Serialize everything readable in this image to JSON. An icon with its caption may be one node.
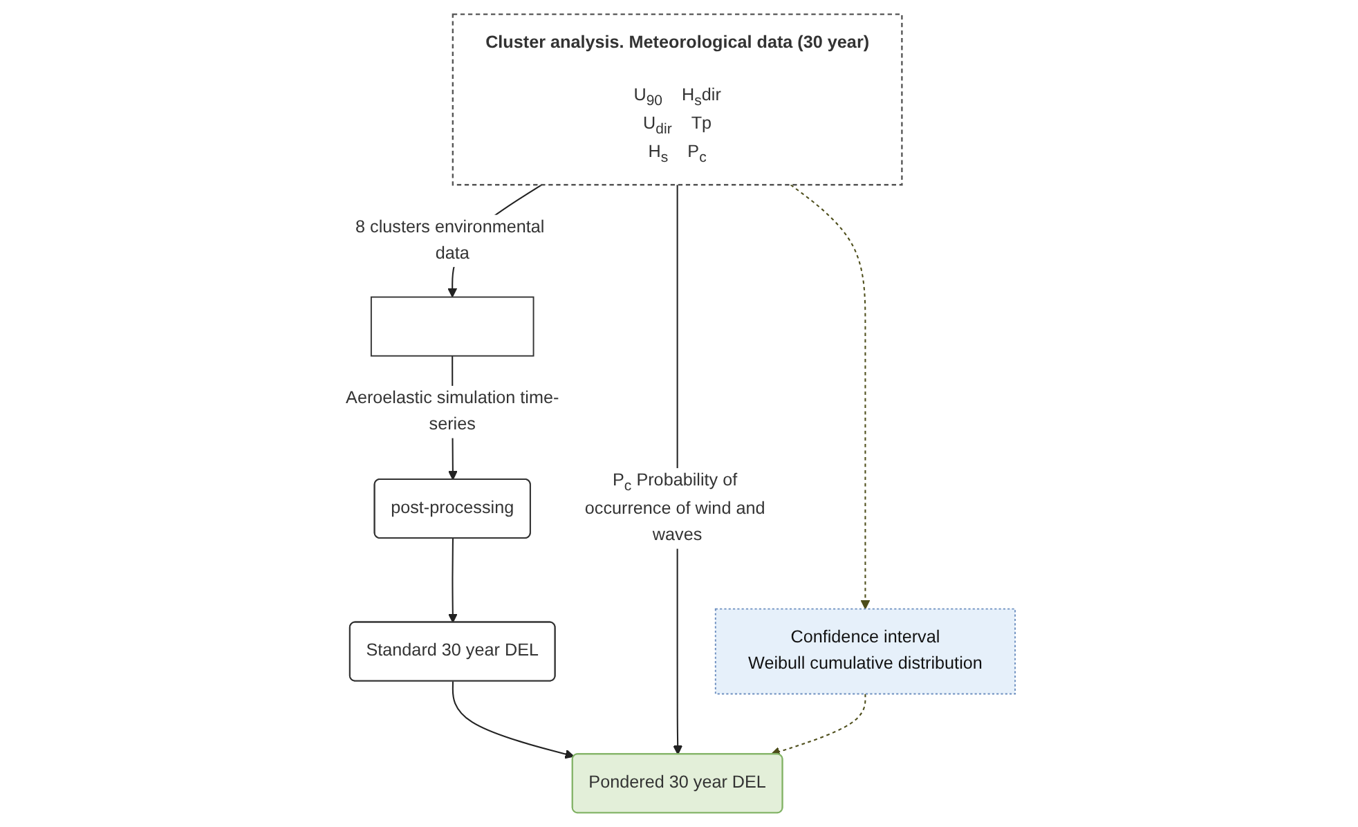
{
  "diagram": {
    "nodes": [
      {
        "text": [
          "Cluster analysis. Meteorological data (30 year)",
          "U$_{90}$",
          "H$_{s}$dir",
          "U$_{dir}$",
          "Tp",
          "H$_{s}$",
          "P$_{c}$"
        ]
      },
      {
        "text": [],
        "shape": "box"
      },
      {
        "text": [
          "post-processing"
        ]
      },
      {
        "text": [
          "Standard 30 year DEL"
        ]
      },
      {
        "text": [
          "Pondered 30 year DEL"
        ]
      },
      {
        "text": [
          "Confidence interval",
          "Weibull cumulative distribution"
        ]
      }
    ],
    "edges": [
      {
        "from": 0,
        "to": 1,
        "arrow": "to",
        "label": "8 clusters environmental data"
      },
      {
        "from": 0,
        "to": 5,
        "arrow": "to",
        "style": "dashed",
        "color": "#4d4d1a"
      },
      {
        "from": 1,
        "to": 2,
        "arrow": "to",
        "label": "Aeroelastic simulation time-series"
      },
      {
        "from": 2,
        "to": 3,
        "arrow": "to"
      },
      {
        "from": 3,
        "to": 4,
        "arrow": "to"
      },
      {
        "from": 0,
        "to": 4,
        "arrow": "to",
        "label": "P$_{c}$ Probability of occurrence of wind and waves"
      },
      {
        "from": 5,
        "to": 4,
        "arrow": "to",
        "style": "dashed",
        "color": "#4d4d1a"
      }
    ]
  }
}
